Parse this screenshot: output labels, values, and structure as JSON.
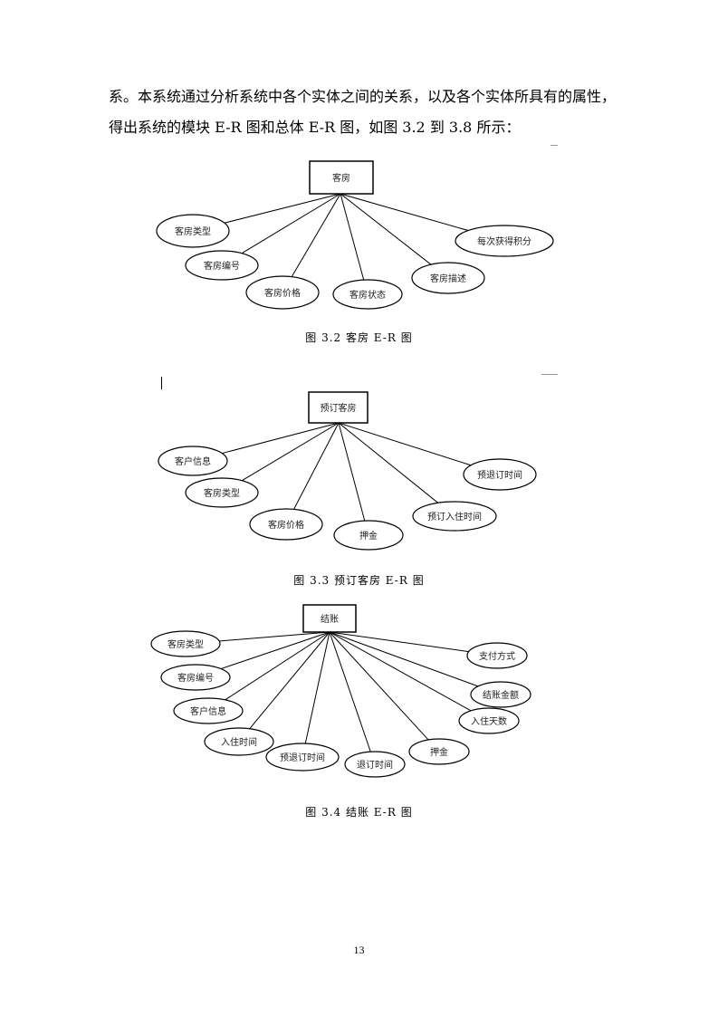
{
  "text": {
    "line1": "系。本系统通过分析系统中各个实体之间的关系，以及各个实体所具有的属性，",
    "line2": "得出系统的模块 E-R 图和总体 E-R 图，如图 3.2 到 3.8 所示："
  },
  "diagrams": [
    {
      "entity": "客房",
      "attributes": [
        "客房类型",
        "客房编号",
        "客房价格",
        "客房状态",
        "客房描述",
        "每次获得积分"
      ],
      "caption": "图 3.2 客房 E-R 图"
    },
    {
      "entity": "预订客房",
      "attributes": [
        "客户信息",
        "客房类型",
        "客房价格",
        "押金",
        "预订入住时间",
        "预退订时间"
      ],
      "caption": "图 3.3 预订客房 E-R 图"
    },
    {
      "entity": "结账",
      "attributes": [
        "客房类型",
        "客房编号",
        "客户信息",
        "入住时间",
        "预退订时间",
        "退订时间",
        "押金",
        "入住天数",
        "结账金额",
        "支付方式"
      ],
      "caption": "图 3.4 结账 E-R 图"
    }
  ],
  "page_number": "13"
}
